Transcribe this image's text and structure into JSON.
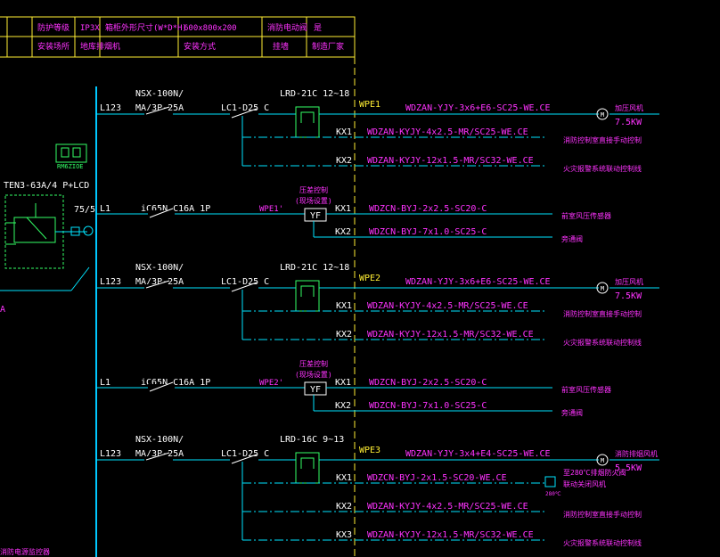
{
  "colors": {
    "background": "#000000",
    "bus": "#00c8ff",
    "line": "#00e5ff",
    "label": "#ffffff",
    "cable": "#ff33ff",
    "device": "#33ff66",
    "table": "#ffee33",
    "contact": "#ffffff"
  },
  "header_table": {
    "row1": [
      "防护等级",
      "IP3X",
      "箱柜外形尺寸(W*D*H)",
      "600x800x200",
      "消防电动阀",
      "是"
    ],
    "row2": [
      "安装场所",
      "地库排烟机",
      "安装方式",
      "挂墙",
      "制造厂家"
    ]
  },
  "left_panel": {
    "meter_label": "RM6ZIOE",
    "ats_label": "TEN3-63A/4 P+LCD",
    "ct_label": "75/5",
    "side_label": "A",
    "bottom_label": "消防电源监控器"
  },
  "circuits": [
    {
      "feeder": {
        "bus_label": "L123",
        "breaker": [
          "NSX-100N/",
          "MA/3P-25A"
        ],
        "contactor": "LC1-D25  C",
        "relay": "LRD-21C 12~18",
        "circuit_id": "WPE1",
        "cable": "WDZAN-YJY-3x6+E6-SC25-WE.CE",
        "motor_label": "加压风机",
        "power": "7.5KW"
      },
      "controls": [
        {
          "id": "KX1",
          "cable": "WDZAN-KYJY-4x2.5-MR/SC25-WE.CE",
          "dest": "消防控制室直接手动控制"
        },
        {
          "id": "KX2",
          "cable": "WDZAN-KYJY-12x1.5-MR/SC32-WE.CE",
          "dest": "火灾报警系统联动控制线"
        }
      ],
      "aux": {
        "bus_label": "L1",
        "breaker": "iC65N    C16A 1P",
        "circuit_id": "WPE1'",
        "yf_label": "YF",
        "yf_caption": [
          "压差控制",
          "(现场设置)"
        ],
        "lines": [
          {
            "id": "KX1",
            "cable": "WDZCN-BYJ-2x2.5-SC20-C",
            "dest": "前室风压传感器"
          },
          {
            "id": "KX2",
            "cable": "WDZCN-BYJ-7x1.0-SC25-C",
            "dest": "旁通阀"
          }
        ]
      }
    },
    {
      "feeder": {
        "bus_label": "L123",
        "breaker": [
          "NSX-100N/",
          "MA/3P-25A"
        ],
        "contactor": "LC1-D25  C",
        "relay": "LRD-21C 12~18",
        "circuit_id": "WPE2",
        "cable": "WDZAN-YJY-3x6+E6-SC25-WE.CE",
        "motor_label": "加压风机",
        "power": "7.5KW"
      },
      "controls": [
        {
          "id": "KX1",
          "cable": "WDZAN-KYJY-4x2.5-MR/SC25-WE.CE",
          "dest": "消防控制室直接手动控制"
        },
        {
          "id": "KX2",
          "cable": "WDZAN-KYJY-12x1.5-MR/SC32-WE.CE",
          "dest": "火灾报警系统联动控制线"
        }
      ],
      "aux": {
        "bus_label": "L1",
        "breaker": "iC65N    C16A 1P",
        "circuit_id": "WPE2'",
        "yf_label": "YF",
        "yf_caption": [
          "压差控制",
          "(现场设置)"
        ],
        "lines": [
          {
            "id": "KX1",
            "cable": "WDZCN-BYJ-2x2.5-SC20-C",
            "dest": "前室风压传感器"
          },
          {
            "id": "KX2",
            "cable": "WDZCN-BYJ-7x1.0-SC25-C",
            "dest": "旁通阀"
          }
        ]
      }
    },
    {
      "feeder": {
        "bus_label": "L123",
        "breaker": [
          "NSX-100N/",
          "MA/3P-25A"
        ],
        "contactor": "LC1-D25  C",
        "relay": "LRD-16C 9~13",
        "circuit_id": "WPE3",
        "cable": "WDZAN-YJY-3x4+E4-SC25-WE.CE",
        "motor_label": "消防排烟风机",
        "power": "5.5KW"
      },
      "controls": [
        {
          "id": "KX1",
          "cable": "WDZCN-BYJ-2x1.5-SC20-WE.CE",
          "dest": "至280℃排烟防火阀",
          "dest2": "联动关闭风机",
          "box_label": "280℃"
        },
        {
          "id": "KX2",
          "cable": "WDZAN-KYJY-4x2.5-MR/SC25-WE.CE",
          "dest": "消防控制室直接手动控制"
        },
        {
          "id": "KX3",
          "cable": "WDZAN-KYJY-12x1.5-MR/SC32-WE.CE",
          "dest": "火灾报警系统联动控制线"
        }
      ]
    }
  ]
}
